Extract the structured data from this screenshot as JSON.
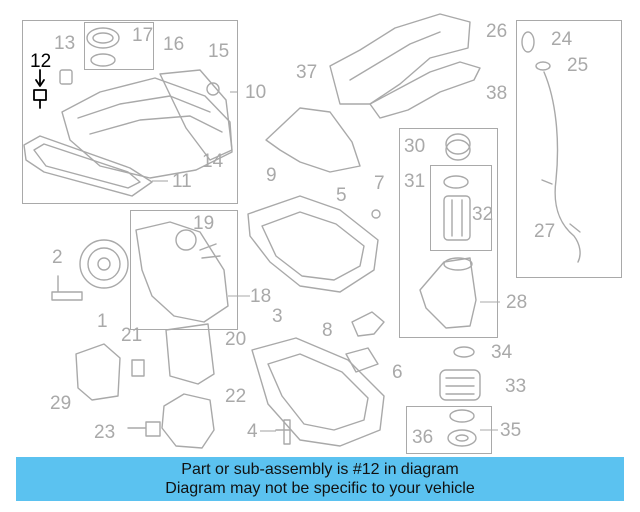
{
  "highlighted_part": "12",
  "part_labels": {
    "p1": "1",
    "p2": "2",
    "p3": "3",
    "p4": "4",
    "p5": "5",
    "p6": "6",
    "p7": "7",
    "p8": "8",
    "p9": "9",
    "p10": "10",
    "p11": "11",
    "p12": "12",
    "p13": "13",
    "p14": "14",
    "p15": "15",
    "p16": "16",
    "p17": "17",
    "p18": "18",
    "p19": "19",
    "p20": "20",
    "p21": "21",
    "p22": "22",
    "p23": "23",
    "p24": "24",
    "p25": "25",
    "p26": "26",
    "p27": "27",
    "p28": "28",
    "p29": "29",
    "p30": "30",
    "p31": "31",
    "p32": "32",
    "p33": "33",
    "p34": "34",
    "p35": "35",
    "p36": "36",
    "p37": "37",
    "p38": "38"
  },
  "banner": {
    "line1": "Part or sub-assembly is #12 in diagram",
    "line2": "Diagram may not be specific to your vehicle",
    "color": "#5bc2f0"
  },
  "colors": {
    "linework": "#a9a9a9",
    "highlight": "#000000"
  }
}
